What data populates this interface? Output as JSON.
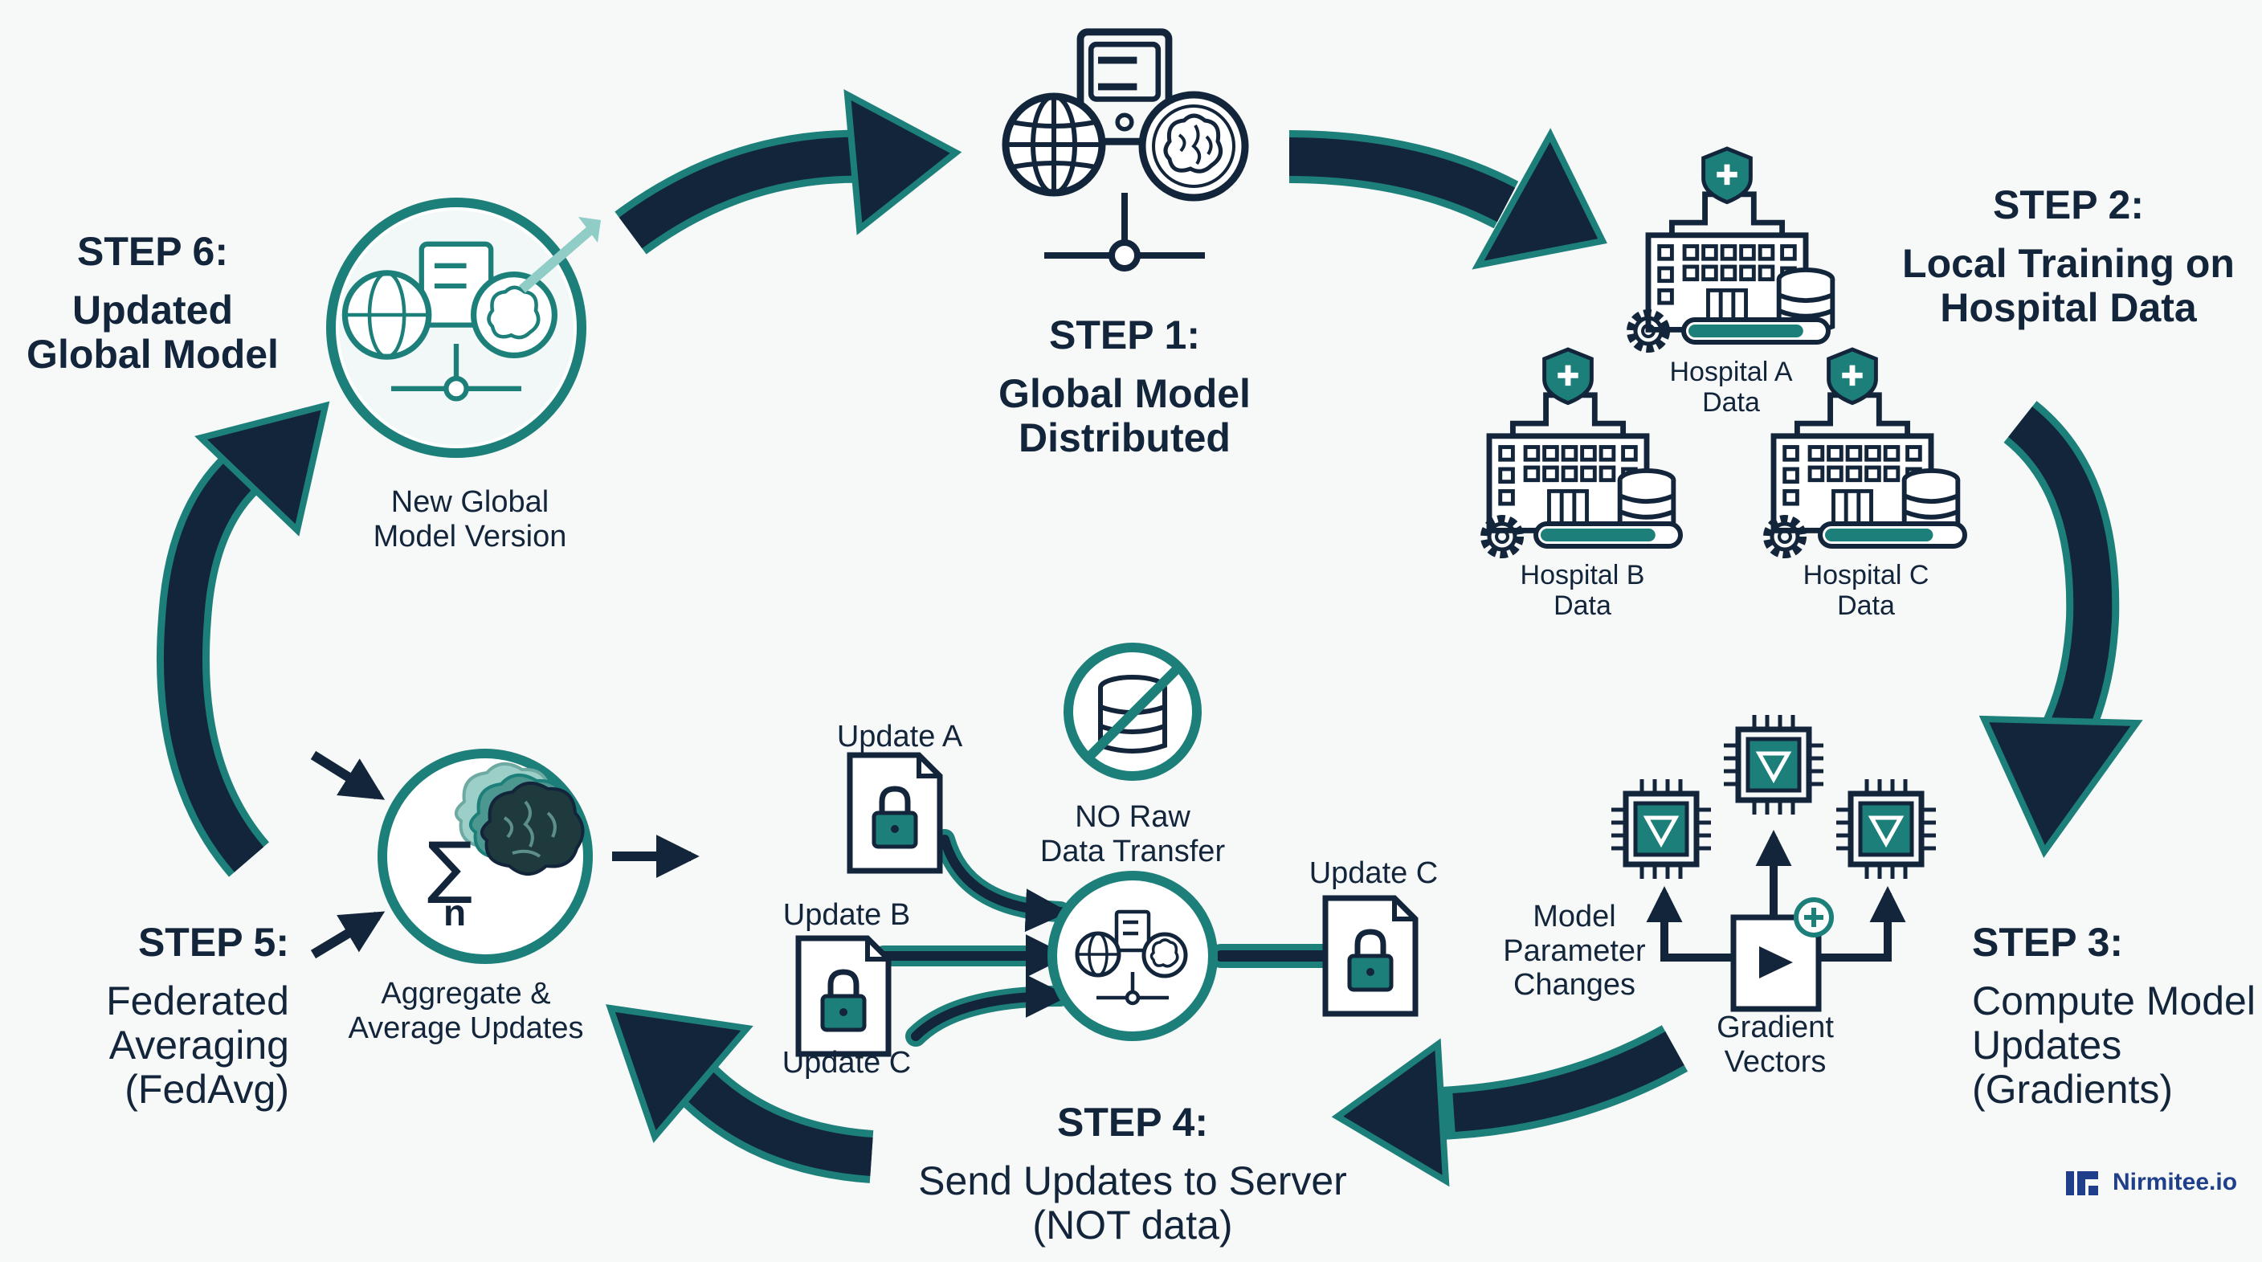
{
  "colors": {
    "navy": "#13253a",
    "teal": "#1d7f79",
    "teal_light": "#e3f2f0",
    "logo_blue": "#1f3f8a"
  },
  "steps": {
    "step1": {
      "title": "STEP 1:",
      "body": "Global Model\nDistributed"
    },
    "step2": {
      "title": "STEP 2:",
      "body": "Local Training on\nHospital Data"
    },
    "step3": {
      "title": "STEP 3:",
      "body": "Compute Model\nUpdates\n(Gradients)"
    },
    "step4": {
      "title": "STEP 4:",
      "body": "Send Updates to Server\n(NOT data)"
    },
    "step5": {
      "title": "STEP 5:",
      "body": "Federated\nAveraging\n(FedAvg)"
    },
    "step6": {
      "title": "STEP 6:",
      "body": "Updated\nGlobal Model"
    }
  },
  "hospitals": [
    {
      "label": "Hospital A\nData",
      "progress": 0.85
    },
    {
      "label": "Hospital B\nData",
      "progress": 0.85
    },
    {
      "label": "Hospital C\nData",
      "progress": 0.8
    }
  ],
  "labels": {
    "new_model": "New Global\nModel Version",
    "model_param": "Model\nParameter\nChanges",
    "gradient_vectors": "Gradient\nVectors",
    "no_raw": "NO Raw\nData Transfer",
    "update_a": "Update A",
    "update_b": "Update B",
    "update_c_left": "Update C",
    "update_c_right": "Update C",
    "aggregate": "Aggregate &\nAverage Updates",
    "sigma": "∑",
    "n": "n"
  },
  "icons": [
    "server-icon",
    "globe-icon",
    "brain-icon",
    "network-icon",
    "hospital-icon",
    "shield-cross-icon",
    "database-icon",
    "gear-icon",
    "progress-bar",
    "chip-icon",
    "delta-icon",
    "document-plus-icon",
    "lock-file-icon",
    "no-database-icon",
    "sigma-icon",
    "cycle-arrow"
  ],
  "logo": {
    "text": "Nirmitee.io"
  }
}
